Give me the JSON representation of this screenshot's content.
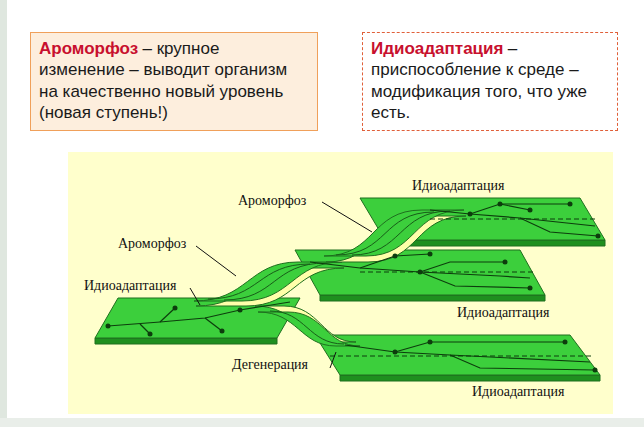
{
  "diagram": {
    "nodes": [
      {
        "text": [
          "Ароморфоз",
          "– крупное изменение – выводит организм на качественно новый уровень (новая ступень!)"
        ]
      },
      {
        "text": [
          "Идиоадаптация",
          "– приспособление к среде – модификация того, что уже есть."
        ]
      }
    ],
    "labels": [
      "Идиоадаптация",
      "Ароморфоз",
      "Ароморфоз",
      "Идиоадаптация",
      "Идиоадаптация",
      "Дегенерация",
      "Идиоадаптация"
    ]
  }
}
